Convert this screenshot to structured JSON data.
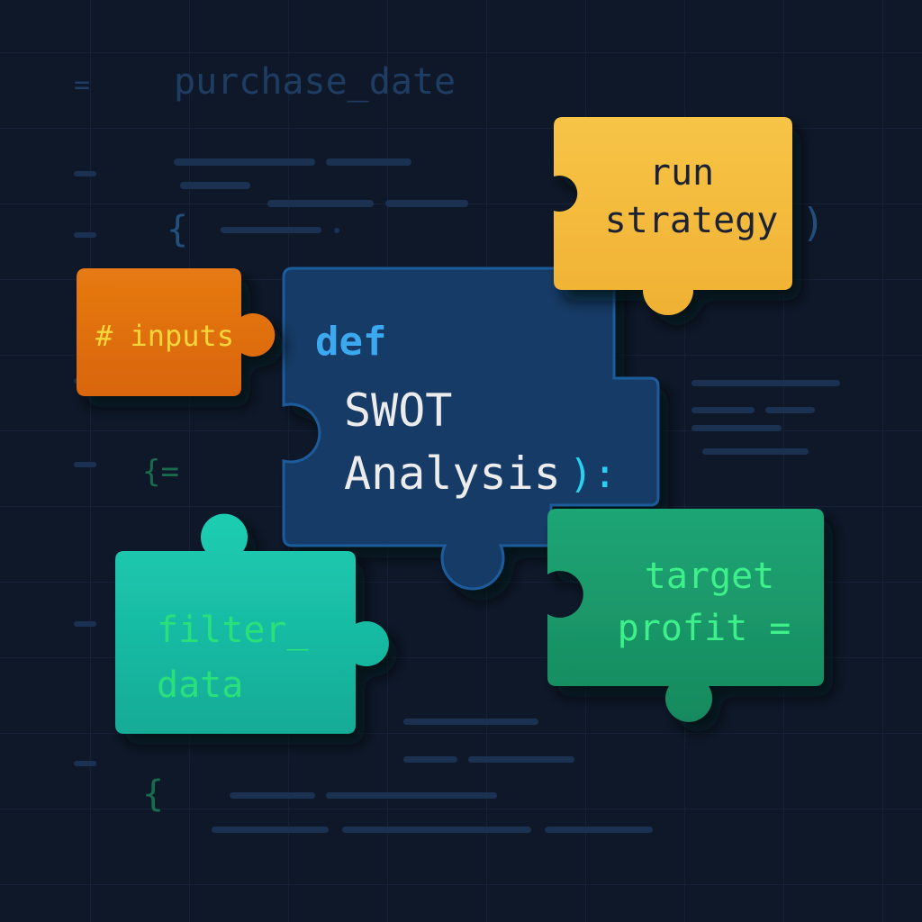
{
  "background": {
    "code_text": "purchase_date",
    "brace_1": "{",
    "brace_2": "{=",
    "brace_3": "{",
    "gutter_equals": "=",
    "paren_right": ")"
  },
  "pieces": {
    "run_strategy": {
      "line1": "run",
      "line2": "strategy",
      "color": "#f5bd3f"
    },
    "inputs": {
      "label": "# inputs",
      "color": "#e0700f"
    },
    "swot": {
      "keyword": "def",
      "line1": "SWOT",
      "line2": "Analysis",
      "suffix": "):",
      "color": "#163a66"
    },
    "filter_data": {
      "line1": "filter_",
      "line2": "data",
      "color": "#17bfa6"
    },
    "target_profit": {
      "line1": "target",
      "line2": "profit =",
      "color": "#189a68"
    }
  }
}
